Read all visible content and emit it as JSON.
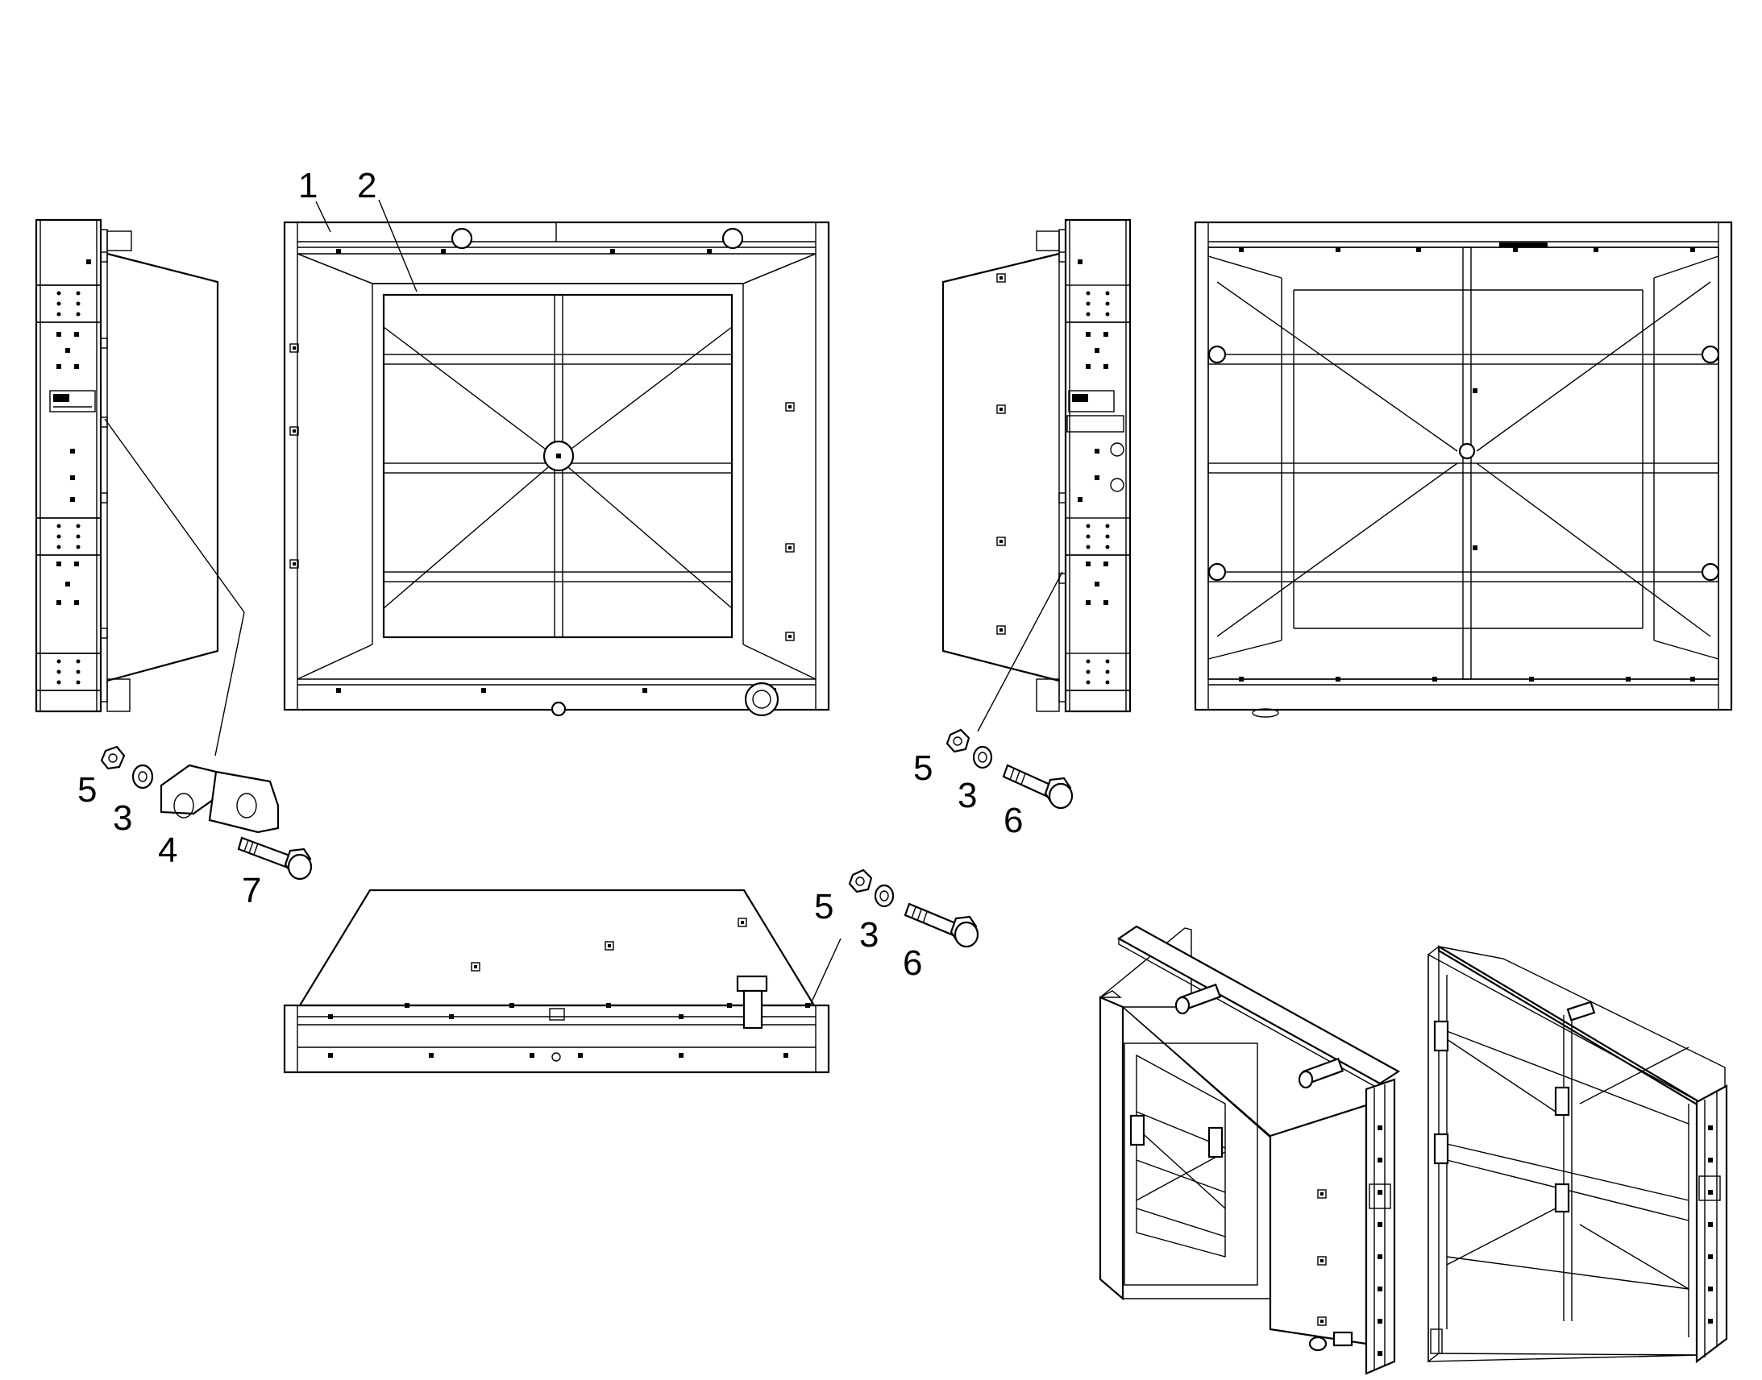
{
  "callouts": {
    "top_1": "1",
    "top_2": "2",
    "left_5": "5",
    "left_3": "3",
    "left_4": "4",
    "left_7": "7",
    "right_5": "5",
    "right_3": "3",
    "right_6": "6",
    "bottom_5": "5",
    "bottom_3": "3",
    "bottom_6": "6"
  },
  "line_color": "#000000",
  "background": "#ffffff"
}
